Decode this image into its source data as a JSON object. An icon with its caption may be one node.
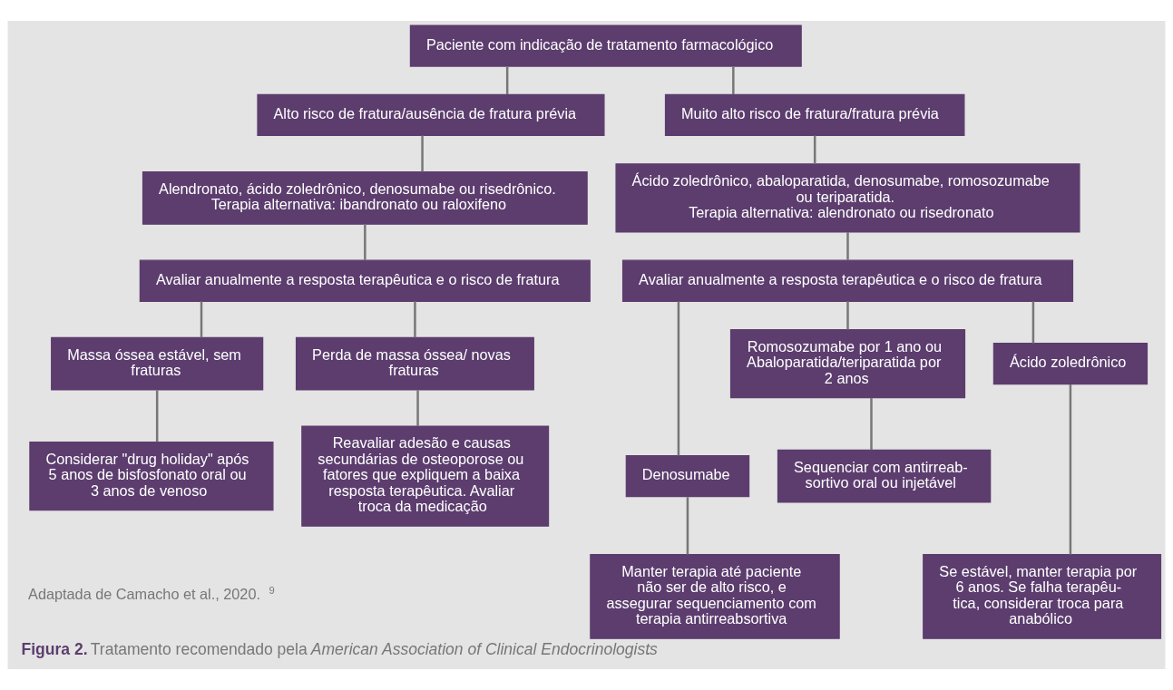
{
  "diagram": {
    "caption": "**Figura 2.** Tratamento recomendado pela *American Association of Clinical Endocrinologists*.",
    "nodes": [
      {
        "text": [
          "Paciente com indicação de tratamento farmacológico"
        ]
      },
      {
        "text": [
          "Alto risco de fratura/ausência de fratura prévia"
        ]
      },
      {
        "text": [
          "Muito alto risco de fratura/fratura prévia"
        ]
      },
      {
        "text": [
          "Alendronato, ácido zoledrônico, denosumabe ou risedrônico.",
          "Terapia alternativa: ibandronato ou raloxifeno"
        ]
      },
      {
        "text": [
          "Avaliar anualmente a resposta terapêutica e o risco de fratura"
        ]
      },
      {
        "text": [
          "Massa óssea estável, sem fraturas"
        ]
      },
      {
        "text": [
          "Perda de massa óssea/ novas fraturas"
        ]
      },
      {
        "text": [
          "Considerar \"drug holiday\" após 5 anos de bisfosfonato oral ou 3 anos de venoso"
        ]
      },
      {
        "text": [
          "Reavaliar adesão e causas secundárias de osteoporose ou fatores que expliquem a baixa resposta terapêutica. Avaliar troca da medicação"
        ]
      },
      {
        "text": [
          "Ácido zoledrônico, abaloparatida, denosumabe, romosozumabe ou teriparatida.",
          "Terapia alternativa: alendronato ou risedronato"
        ]
      },
      {
        "text": [
          "Avaliar anualmente a resposta terapêutica e o risco de fratura"
        ]
      },
      {
        "text": [
          "Denosumabe"
        ]
      },
      {
        "text": [
          "Romosozumabe por 1 ano ou",
          "Abaloparatida/teriparatida por 2 anos"
        ]
      },
      {
        "text": [
          "Ácido zoledrônico"
        ]
      },
      {
        "text": [
          "Sequenciar com antirreab- sortivo oral ou injetável"
        ]
      },
      {
        "text": [
          "Manter terapia até paciente não ser de alto risco, e assegurar sequenciamento com terapia antirreabsortiva"
        ]
      },
      {
        "text": [
          "Se estável, manter terapia por 6 anos. Se falha terapêu- tica, considerar troca para anabólico"
        ]
      }
    ],
    "edges": [
      {
        "from": 0,
        "to": 1,
        "arrow": "none"
      },
      {
        "from": 0,
        "to": 2,
        "arrow": "none"
      },
      {
        "from": 1,
        "to": 3,
        "arrow": "none"
      },
      {
        "from": 2,
        "to": 9,
        "arrow": "none"
      },
      {
        "from": 3,
        "to": 4,
        "arrow": "none"
      },
      {
        "from": 9,
        "to": 10,
        "arrow": "none"
      },
      {
        "from": 4,
        "to": 5,
        "arrow": "none"
      },
      {
        "from": 4,
        "to": 6,
        "arrow": "none"
      },
      {
        "from": 5,
        "to": 7,
        "arrow": "none"
      },
      {
        "from": 6,
        "to": 8,
        "arrow": "none"
      },
      {
        "from": 10,
        "to": 11,
        "arrow": "none"
      },
      {
        "from": 10,
        "to": 12,
        "arrow": "none"
      },
      {
        "from": 10,
        "to": 13,
        "arrow": "none"
      },
      {
        "from": 12,
        "to": 14,
        "arrow": "none"
      },
      {
        "from": 11,
        "to": 15,
        "arrow": "none"
      },
      {
        "from": 13,
        "to": 16,
        "arrow": "none"
      }
    ],
    "labels": [
      "Adaptada de Camacho et al., 2020.$^{9}$"
    ]
  }
}
